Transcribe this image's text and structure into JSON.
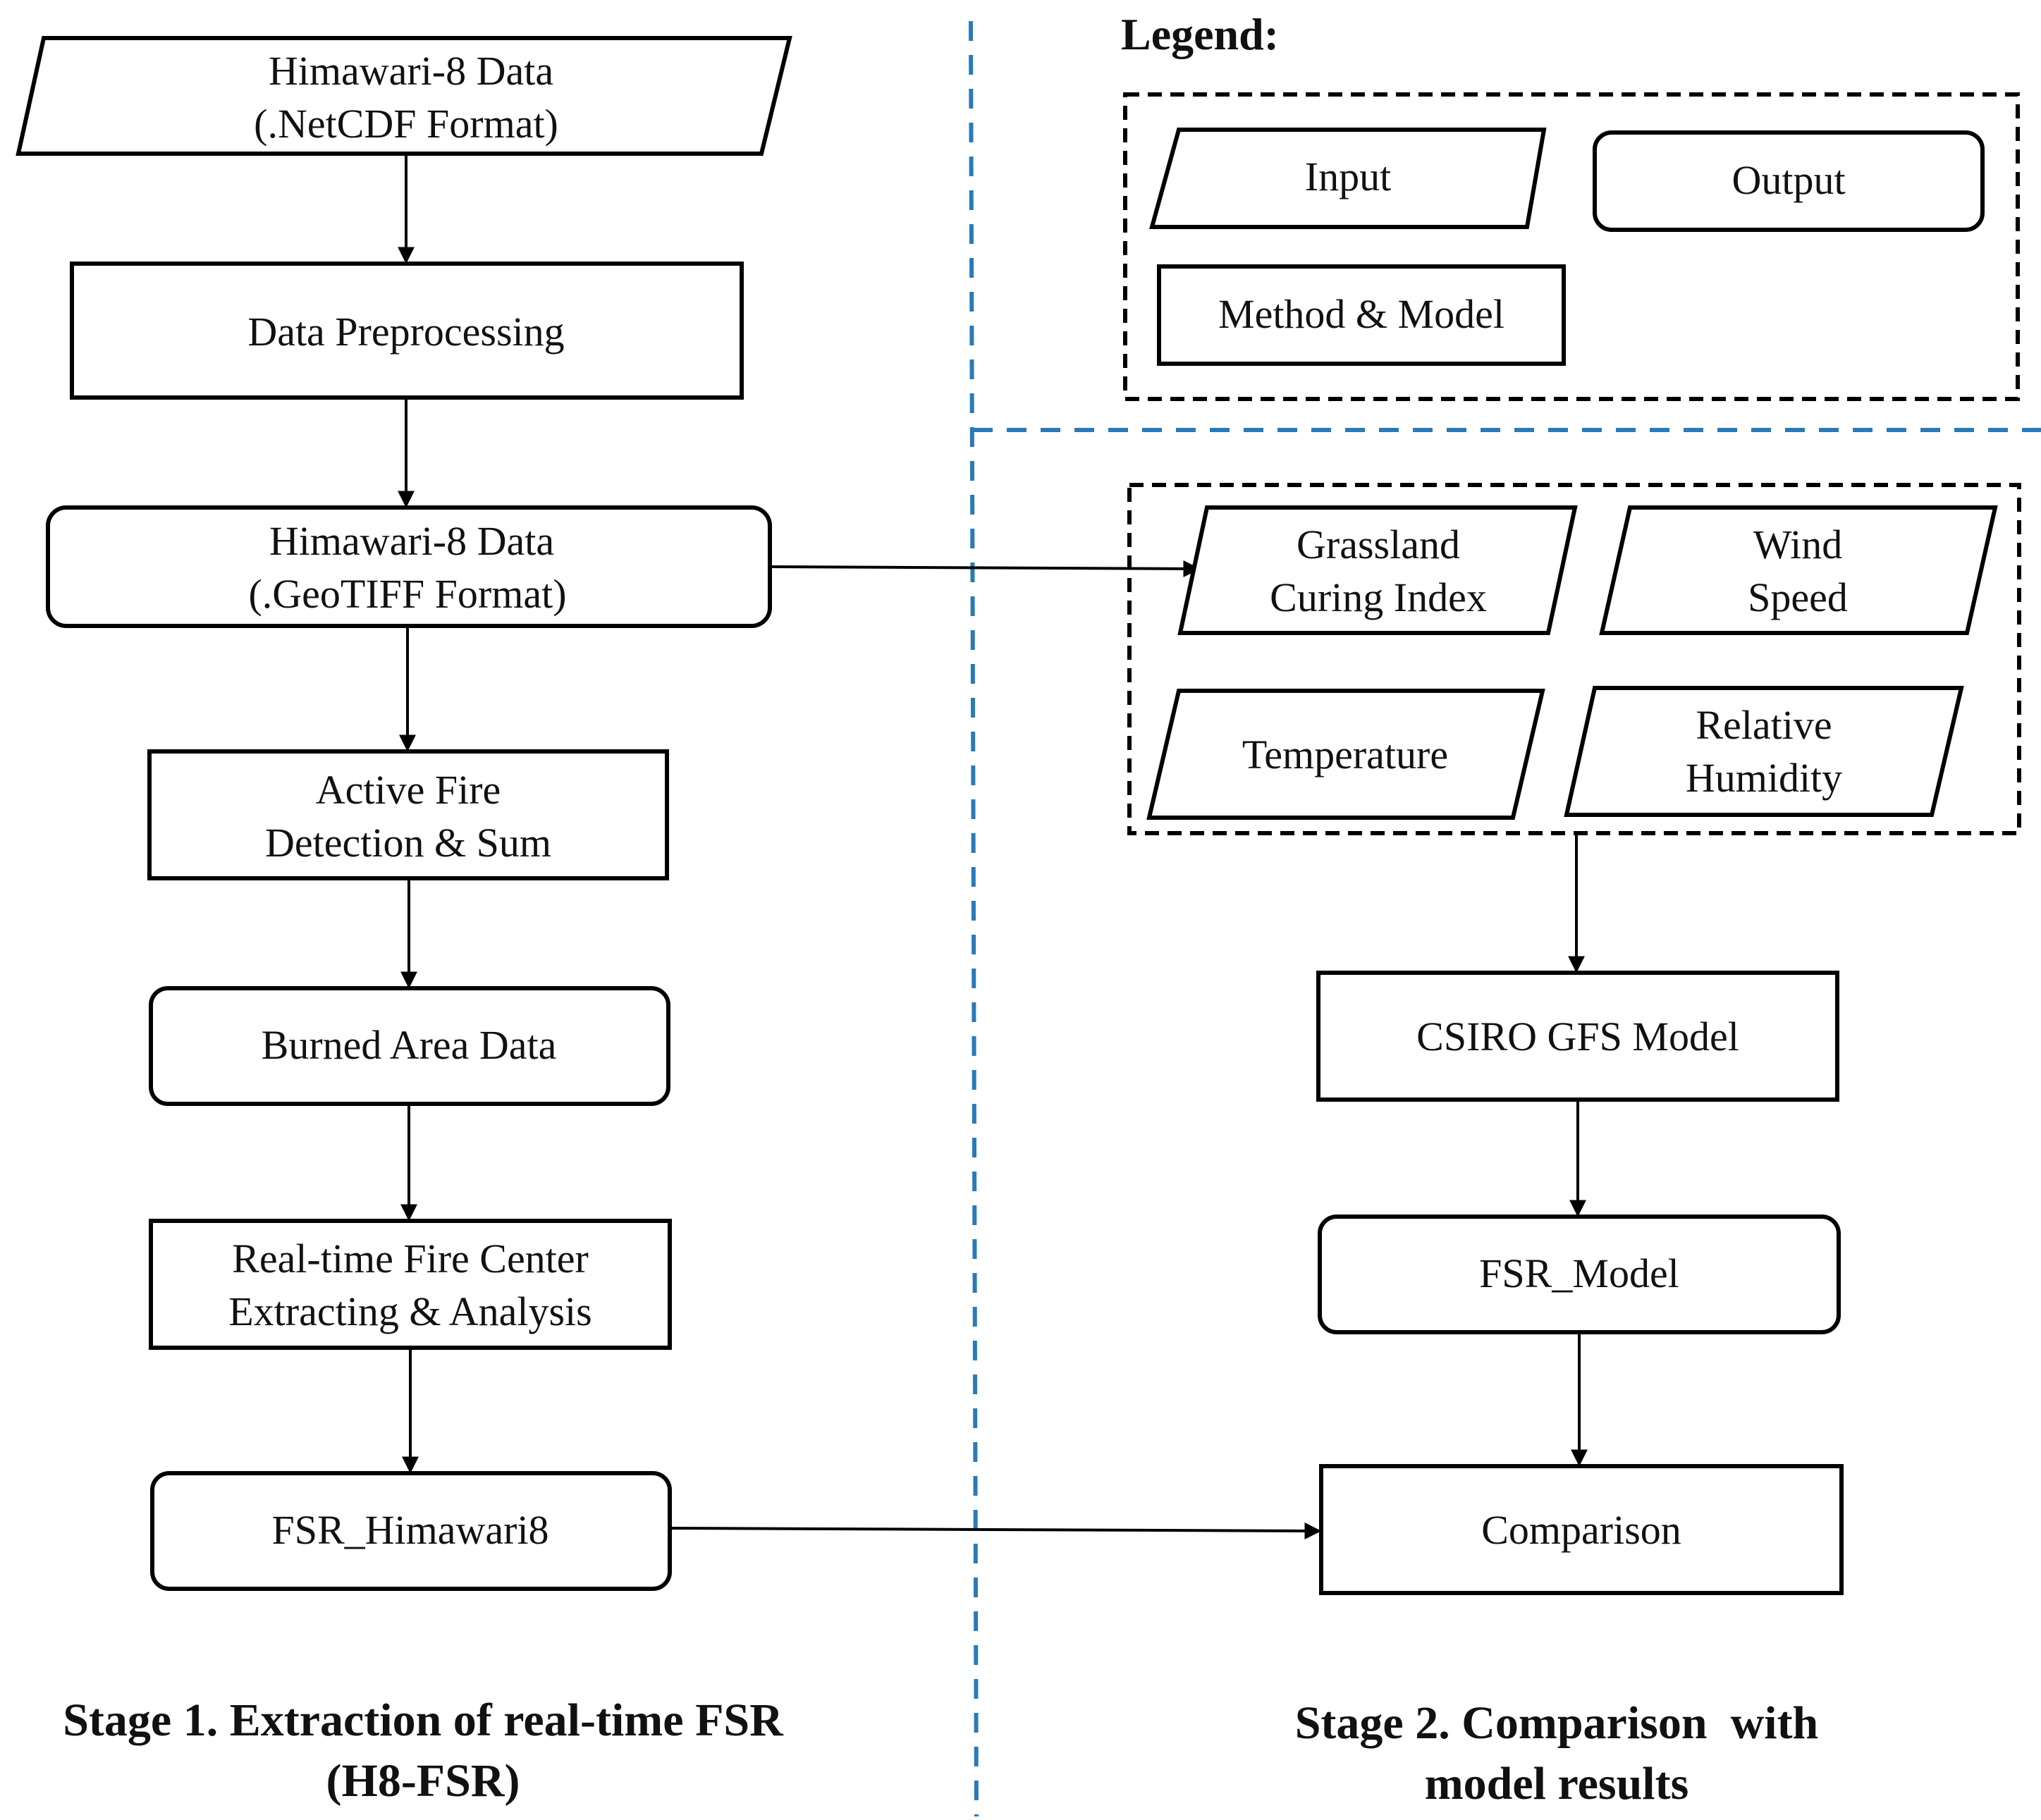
{
  "legend": {
    "title": "Legend:",
    "input": "Input",
    "output": "Output",
    "method": "Method & Model"
  },
  "stage1": {
    "h8_netcdf": [
      "Himawari-8 Data",
      "(.NetCDF Format)"
    ],
    "preprocessing": [
      "Data Preprocessing"
    ],
    "h8_geotiff": [
      "Himawari-8 Data",
      "(.GeoTIFF Format)"
    ],
    "active_fire": [
      "Active Fire",
      "Detection & Sum"
    ],
    "burned_area": [
      "Burned Area Data"
    ],
    "fire_center": [
      "Real-time Fire Center",
      "Extracting & Analysis"
    ],
    "fsr_h8": [
      "FSR_Himawari8"
    ],
    "title": [
      "Stage 1. Extraction of real-time FSR",
      "(H8-FSR)"
    ]
  },
  "stage2": {
    "curing": [
      "Grassland",
      "Curing Index"
    ],
    "wind": [
      "Wind",
      "Speed"
    ],
    "temperature": [
      "Temperature"
    ],
    "humidity": [
      "Relative",
      "Humidity"
    ],
    "csiro": [
      "CSIRO GFS Model"
    ],
    "fsr_model": [
      "FSR_Model"
    ],
    "comparison": [
      "Comparison"
    ],
    "title": [
      "Stage 2. Comparison  with",
      "model results"
    ]
  },
  "colors": {
    "divider": "#2a7ab8",
    "stroke": "#000000"
  }
}
